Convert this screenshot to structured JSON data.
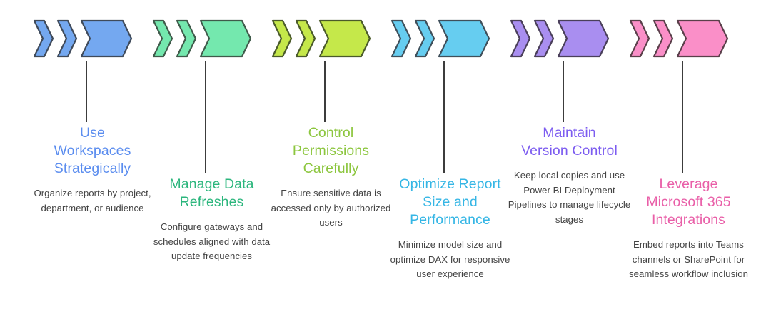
{
  "infographic": {
    "background": "#ffffff",
    "body_text_color": "#434343",
    "connector_color": "#3c3c3c",
    "steps": [
      {
        "index": 1,
        "title": "Use\nWorkspaces\nStrategically",
        "description": "Organize reports by project, department, or audience",
        "title_color": "#5b8def",
        "chevron_fill": "#74a8f0",
        "chevron_stroke": "#3f4a5a",
        "icon": "triple-chevron-right-icon",
        "stagger": "high"
      },
      {
        "index": 2,
        "title": "Manage Data\nRefreshes",
        "description": "Configure gateways and schedules aligned with data update frequencies",
        "title_color": "#2cb67d",
        "chevron_fill": "#74e8ae",
        "chevron_stroke": "#3f5a4a",
        "icon": "triple-chevron-right-icon",
        "stagger": "low"
      },
      {
        "index": 3,
        "title": "Control\nPermissions\nCarefully",
        "description": "Ensure sensitive data is accessed only by authorized users",
        "title_color": "#8cc63e",
        "chevron_fill": "#c5e84a",
        "chevron_stroke": "#4a5a2a",
        "icon": "triple-chevron-right-icon",
        "stagger": "high"
      },
      {
        "index": 4,
        "title": "Optimize Report\nSize and\nPerformance",
        "description": "Minimize model size and optimize DAX for responsive user experience",
        "title_color": "#35b6e5",
        "chevron_fill": "#66cdf0",
        "chevron_stroke": "#3f4f5a",
        "icon": "triple-chevron-right-icon",
        "stagger": "low"
      },
      {
        "index": 5,
        "title": "Maintain\nVersion Control",
        "description": "Keep local copies and use Power BI Deployment Pipelines to manage lifecycle stages",
        "title_color": "#7c5cf0",
        "chevron_fill": "#a98ef0",
        "chevron_stroke": "#4a3f5a",
        "icon": "triple-chevron-right-icon",
        "stagger": "high"
      },
      {
        "index": 6,
        "title": "Leverage\nMicrosoft 365\nIntegrations",
        "description": "Embed reports into Teams channels or SharePoint for seamless workflow inclusion",
        "title_color": "#e95fa8",
        "chevron_fill": "#fa8fc8",
        "chevron_stroke": "#5a3f4a",
        "icon": "triple-chevron-right-icon",
        "stagger": "low"
      }
    ]
  }
}
